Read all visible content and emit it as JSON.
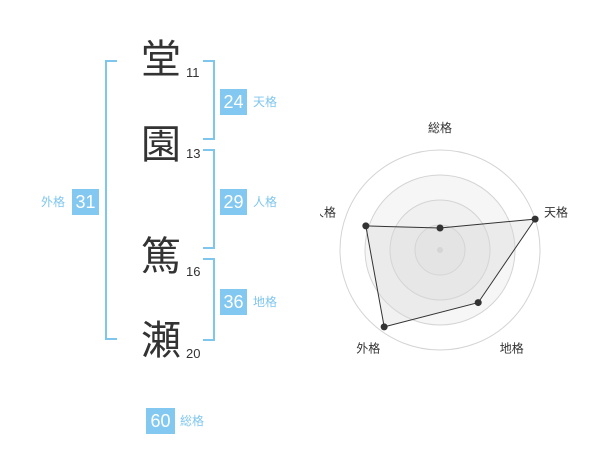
{
  "characters": [
    {
      "char": "堂",
      "strokes": "11"
    },
    {
      "char": "園",
      "strokes": "13"
    },
    {
      "char": "篤",
      "strokes": "16"
    },
    {
      "char": "瀬",
      "strokes": "20"
    }
  ],
  "fortunes": {
    "tenkaku": {
      "label": "天格",
      "value": "24"
    },
    "jinkaku": {
      "label": "人格",
      "value": "29"
    },
    "chikaku": {
      "label": "地格",
      "value": "36"
    },
    "gaikaku": {
      "label": "外格",
      "value": "31"
    },
    "soukaku": {
      "label": "総格",
      "value": "60"
    }
  },
  "colors": {
    "accent": "#83c8f0",
    "bracket": "#7fc6ee",
    "text": "#333333"
  },
  "chart_data": {
    "type": "radar",
    "axes": [
      "総格",
      "天格",
      "地格",
      "外格",
      "人格"
    ],
    "values": [
      0.22,
      1.0,
      0.65,
      0.95,
      0.78
    ],
    "range": [
      0,
      1
    ],
    "rings": 4
  }
}
